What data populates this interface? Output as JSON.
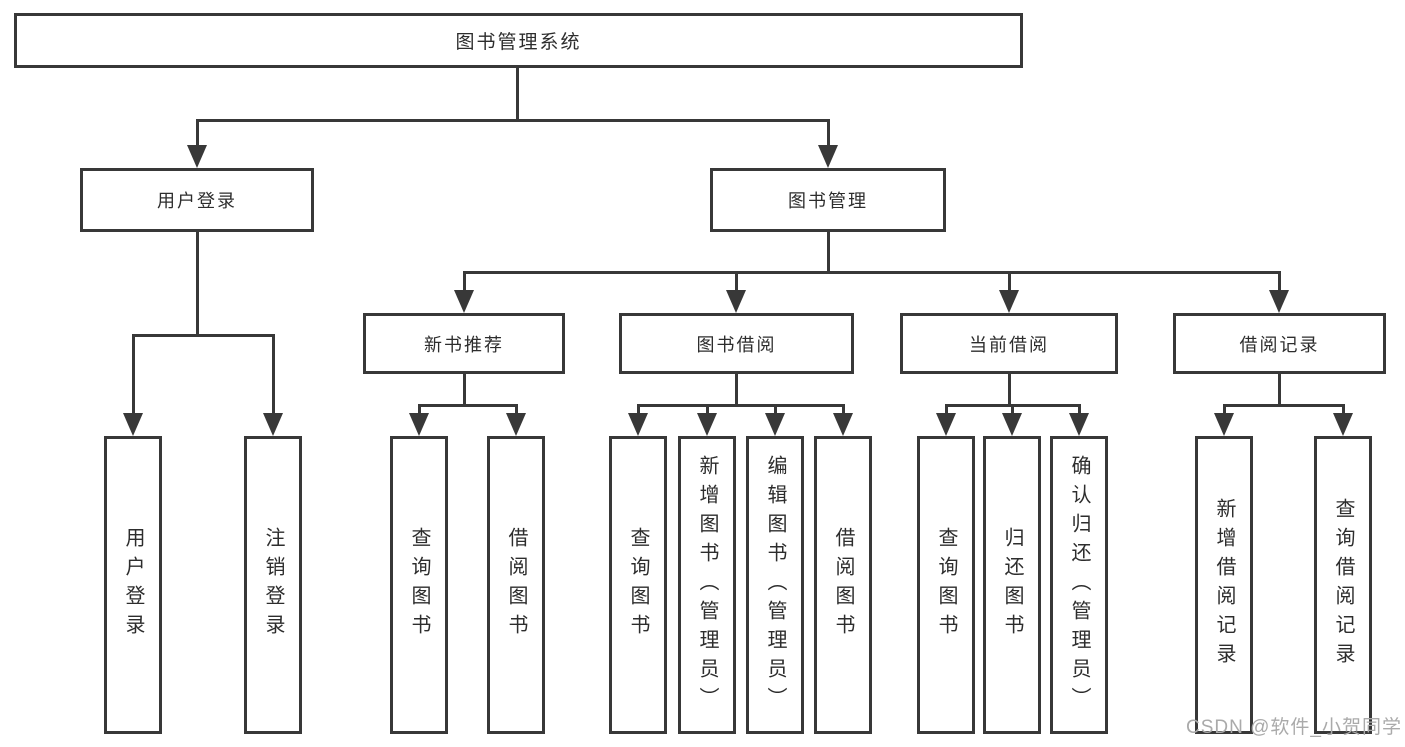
{
  "tree": {
    "root": "图书管理系统",
    "branches": [
      {
        "label": "用户登录",
        "children": [
          "用户登录",
          "注销登录"
        ]
      },
      {
        "label": "图书管理",
        "children": [
          {
            "label": "新书推荐",
            "children": [
              "查询图书",
              "借阅图书"
            ]
          },
          {
            "label": "图书借阅",
            "children": [
              "查询图书",
              "新增图书（管理员）",
              "编辑图书（管理员）",
              "借阅图书"
            ]
          },
          {
            "label": "当前借阅",
            "children": [
              "查询图书",
              "归还图书",
              "确认归还（管理员）"
            ]
          },
          {
            "label": "借阅记录",
            "children": [
              "新增借阅记录",
              "查询借阅记录"
            ]
          }
        ]
      }
    ]
  },
  "watermark": "CSDN @软件_小贺同学",
  "colors": {
    "line": "#383838",
    "text": "#2d2d2d",
    "watermark": "#aaaaaa",
    "background": "#ffffff"
  }
}
